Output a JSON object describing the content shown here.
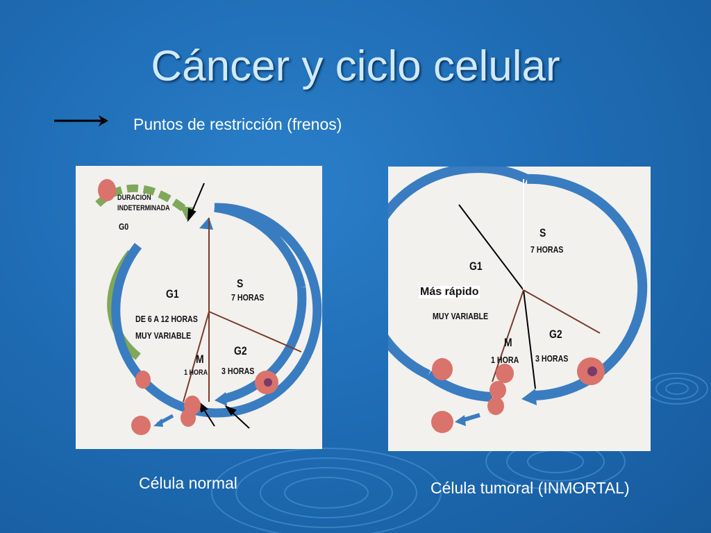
{
  "slide": {
    "title": "Cáncer y ciclo celular",
    "legend_label": "Puntos de restricción (frenos)"
  },
  "normal_cell": {
    "caption": "Célula normal",
    "g0_duration": "DURACIÓN",
    "g0_duration_2": "INDETERMINADA",
    "g0": "G0",
    "g1": "G1",
    "g1_duration": "DE 6 A 12 HORAS",
    "g1_variability": "MUY VARIABLE",
    "s": "S",
    "s_duration": "7 HORAS",
    "g2": "G2",
    "g2_duration": "3 HORAS",
    "m": "M",
    "m_duration": "1 HORA"
  },
  "tumor_cell": {
    "caption": "Célula tumoral (INMORTAL)",
    "g1": "G1",
    "g1_note": "Más rápido",
    "g1_variability": "MUY VARIABLE",
    "s": "S",
    "s_duration": "7 HORAS",
    "g2": "G2",
    "g2_duration": "3 HORAS",
    "m": "M",
    "m_duration": "1 HORA"
  },
  "colors": {
    "cycle_ring": "#3a7cc0",
    "g0_loop": "#7fa85a",
    "cell_body": "#d9736b",
    "background": "#1f6db5"
  }
}
